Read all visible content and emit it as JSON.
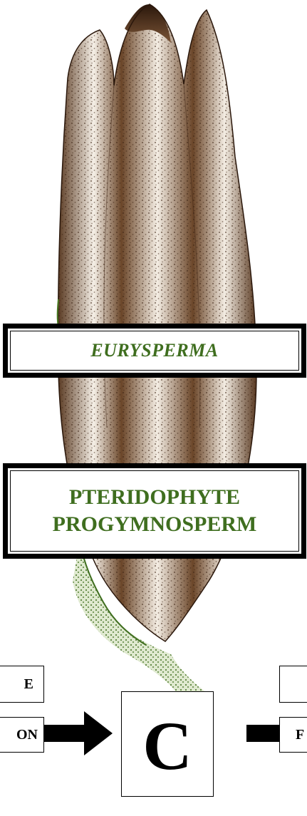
{
  "genus": "EURYSPERMA",
  "classification": {
    "line1": "PTERIDOPHYTE",
    "line2": "PROGYMNOSPERM"
  },
  "flow": {
    "left_top_text": "E",
    "left_bottom_text": "ON",
    "center_letter": "C",
    "right_top_text": "",
    "right_bottom_text": "F"
  },
  "colors": {
    "label_green": "#3f6e1f",
    "seed_brown": "#3d2414",
    "cupule_green": "#4a7a22"
  }
}
